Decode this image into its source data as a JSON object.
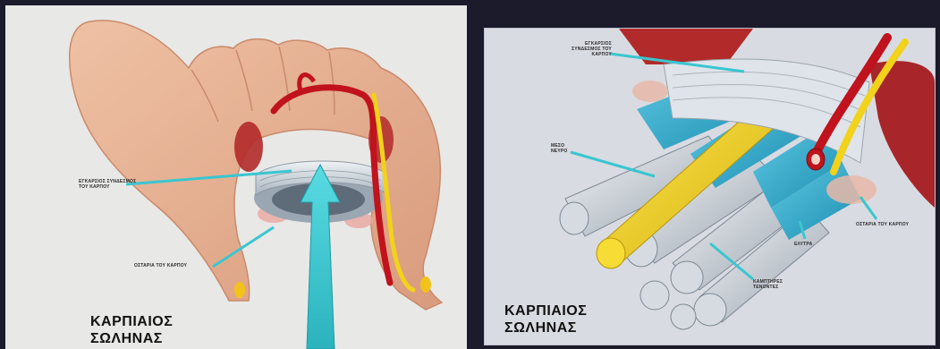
{
  "left_panel": {
    "title_line1": "ΚΑΡΠΙΑΙΟΣ",
    "title_line2": "ΣΩΛΗΝΑΣ",
    "label_ligament_line1": "ΕΓΚΑΡΣΙΟΣ ΣΥΝΔΕΣΜΟΣ",
    "label_ligament_line2": "ΤΟΥ ΚΑΡΠΟΥ",
    "label_bones": "ΟΣΤΑΡΙΑ ΤΟΥ ΚΑΡΠΟΥ"
  },
  "right_panel": {
    "title_line1": "ΚΑΡΠΙΑΙΟΣ",
    "title_line2": "ΣΩΛΗΝΑΣ",
    "label_ligament_line1": "ΕΓΚΑΡΣΙΟΣ",
    "label_ligament_line2": "ΣΥΝΔΕΣΜΟΣ ΤΟΥ",
    "label_ligament_line3": "ΚΑΡΠΟΥ",
    "label_nerve_line1": "ΜΕΣΟ",
    "label_nerve_line2": "ΝΕΥΡΟ",
    "label_bones": "ΟΣΤΑΡΙΑ ΤΟΥ ΚΑΡΠΟΥ",
    "label_sheath": "ΕΛΥΤΡΑ",
    "label_tendons_line1": "ΚΑΜΠΤΗΡΕΣ",
    "label_tendons_line2": "ΤΕΝΟΝΤΕΣ"
  },
  "colors": {
    "skin": "#e0a787",
    "ligament": "#c9d2da",
    "artery": "#c0131d",
    "nerve": "#f2d21a",
    "sheath": "#2aa6c8",
    "arrow": "#39c6cf",
    "muscle": "#b22a2a"
  }
}
